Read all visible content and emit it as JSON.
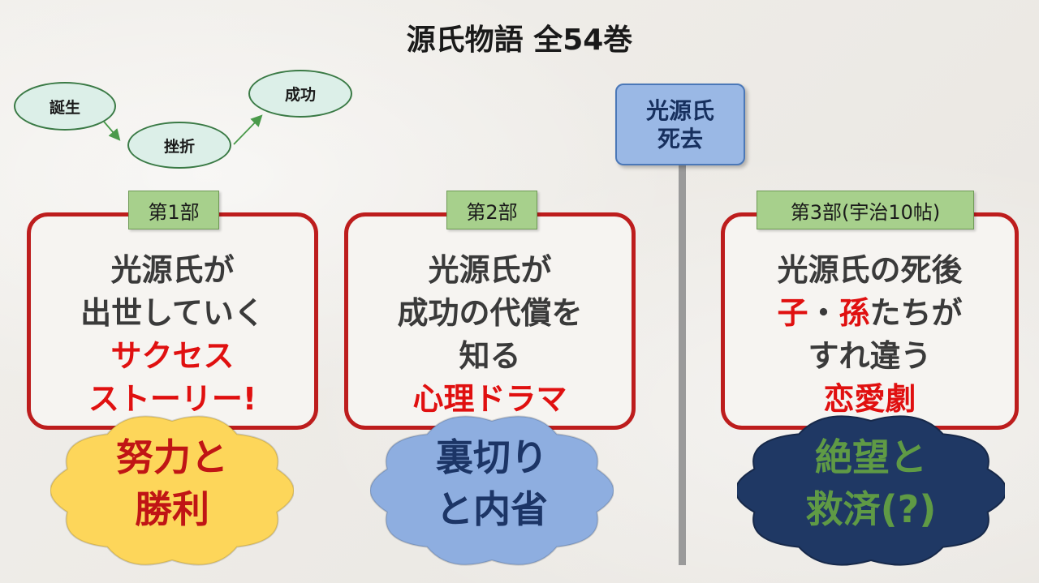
{
  "title": "源氏物語 全54巻",
  "flow": {
    "birth": "誕生",
    "setback": "挫折",
    "success": "成功"
  },
  "death_marker": {
    "line1": "光源氏",
    "line2": "死去"
  },
  "parts": [
    {
      "label": "第1部",
      "line1": "光源氏が",
      "line2": "出世していく",
      "line3": "サクセス",
      "line4": "ストーリー!",
      "theme_line1": "努力と",
      "theme_line2": "勝利",
      "cloud_color": "#fdd65a",
      "theme_color": "#c01515"
    },
    {
      "label": "第2部",
      "line1": "光源氏が",
      "line2": "成功の代償を",
      "line3": "知る",
      "line4": "心理ドラマ",
      "theme_line1": "裏切り",
      "theme_line2": "と内省",
      "cloud_color": "#8eaee0",
      "theme_color": "#1c3566"
    },
    {
      "label": "第3部(宇治10帖)",
      "line1": "光源氏の死後",
      "line2_red1": "子",
      "line2_dot": "・",
      "line2_red2": "孫",
      "line2_rest": "たちが",
      "line3": "すれ違う",
      "line4": "恋愛劇",
      "theme_line1": "絶望と",
      "theme_line2": "救済(?)",
      "cloud_color": "#1f3864",
      "theme_color": "#5f9a45"
    }
  ],
  "colors": {
    "frame_red": "#bd1d1d",
    "label_green": "#a7d08c",
    "accent_red": "#e01010"
  }
}
